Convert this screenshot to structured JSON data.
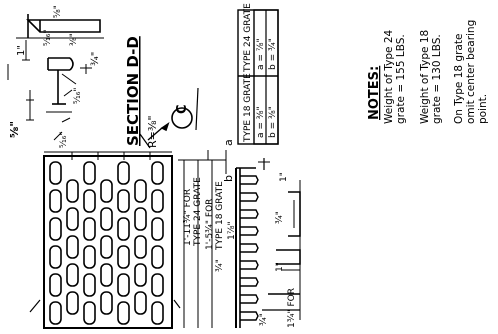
{
  "section": {
    "title": "SECTION D-D",
    "dim_radius": "R=⅜\"",
    "dim_5_8": "⅝\"",
    "dim_top_1": "1\"",
    "dim_3_4": "¾\"",
    "dim_top_frac1": "⁵⁄₈\"",
    "dim_top_frac2": "⁵⁄₁₆\"",
    "dim_top_frac3": "⅜\"",
    "dim_mid_frac": "⁵⁄₁₆\"",
    "dim_lower_frac": "⁵⁄₁₆\""
  },
  "table": {
    "left_header": "TYPE 18 GRATE",
    "left_row_a": "a = ⅜\"",
    "left_row_b": "b = ⅜\"",
    "right_header": "TYPE 24 GRATE",
    "right_row_a": "a = ⅞\"",
    "right_row_b": "b = ¾\""
  },
  "callout": {
    "label": "C"
  },
  "grate": {
    "dim_a": "a",
    "dim_b": "b",
    "label_24_line1": "1'-11¾\" FOR",
    "label_24_line2": "TYPE 24 GRATE",
    "label_18_line1": "1'-5¾\" FOR",
    "label_18_line2": "TYPE 18 GRATE",
    "dim_1_7_8": "1⅞\"",
    "dim_3_4": "¾\"",
    "right_1": "1\"",
    "right_3_4": "¾\"",
    "right_1b": "1\"",
    "right_1_3_4": "1¾\" FOR",
    "right_3_4b": "¾\""
  },
  "notes": {
    "title": "NOTES:",
    "n1_line1": "Weight of Type 24",
    "n1_line2": "grate = 155 LBS.",
    "n2_line1": "Weight of Type 18",
    "n2_line2": "grate = 130 LBS.",
    "n3_line1": "On Type 18 grate",
    "n3_line2": "omit center bearing",
    "n3_line3": "point."
  }
}
